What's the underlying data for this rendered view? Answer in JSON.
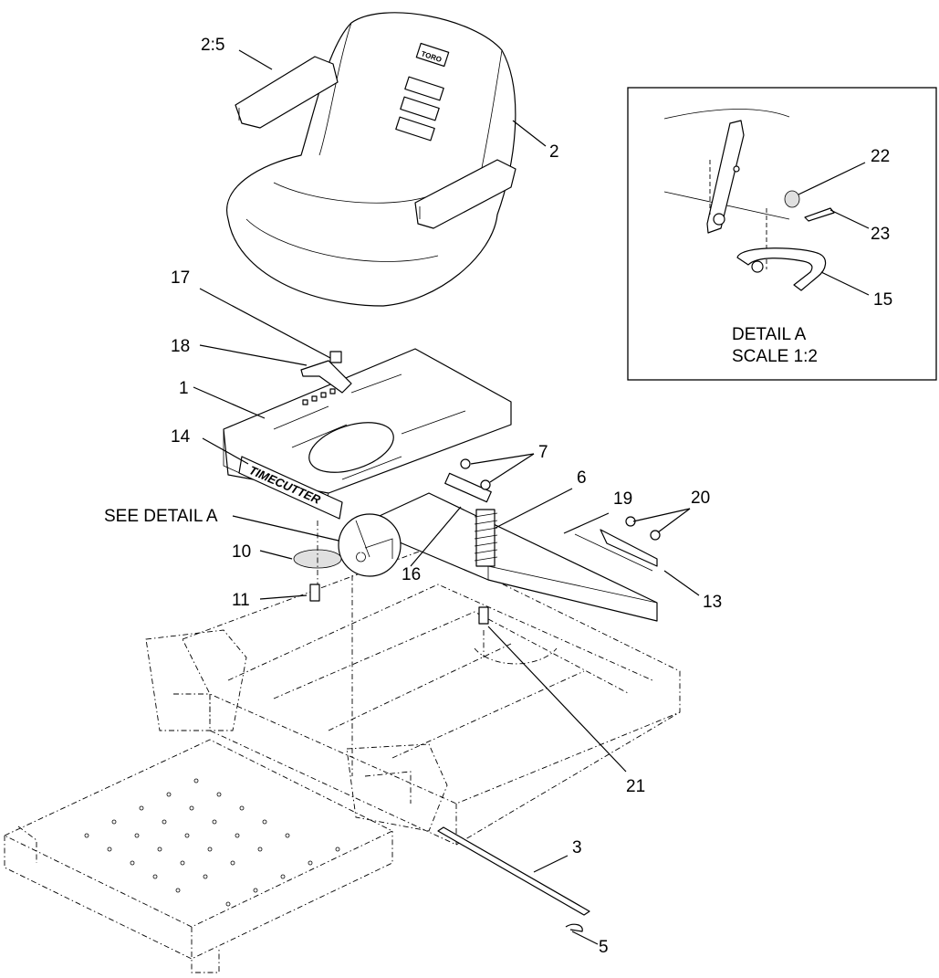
{
  "callouts": {
    "c2_5": "2:5",
    "c2": "2",
    "c17": "17",
    "c18": "18",
    "c1": "1",
    "c14": "14",
    "c7": "7",
    "c6": "6",
    "c19": "19",
    "c20": "20",
    "see_detail": "SEE DETAIL  A",
    "c10": "10",
    "c16": "16",
    "c13": "13",
    "c11": "11",
    "c21": "21",
    "c3": "3",
    "c5": "5"
  },
  "detail": {
    "title": "DETAIL  A",
    "scale": "SCALE  1:2",
    "c22": "22",
    "c23": "23",
    "c15": "15"
  },
  "decals": {
    "brand": "TORO",
    "model": "TIMECUTTER"
  }
}
